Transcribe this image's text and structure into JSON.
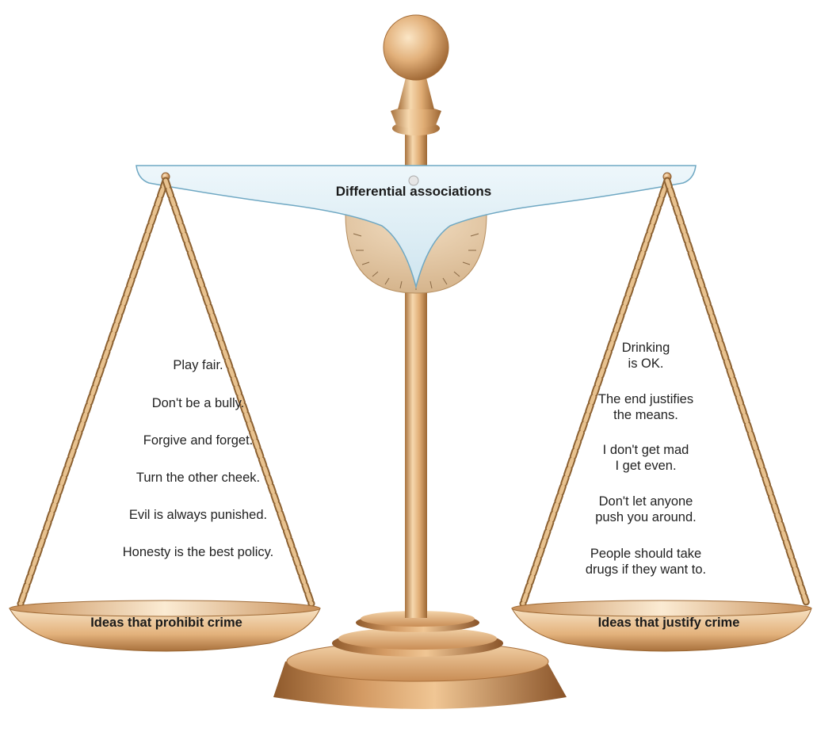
{
  "title": "Differential associations",
  "left_pan": {
    "label": "Ideas that prohibit crime",
    "ideas": [
      "Play fair.",
      "Don't be a bully.",
      "Forgive and forget.",
      "Turn the other cheek.",
      "Evil is always punished.",
      "Honesty is the best policy."
    ]
  },
  "right_pan": {
    "label": "Ideas that justify crime",
    "ideas": [
      "Drinking\nis OK.",
      "The end justifies\nthe means.",
      "I don't get mad\nI get even.",
      "Don't let anyone\npush you around.",
      "People should take\ndrugs if they want to."
    ]
  },
  "colors": {
    "brass": "#d6a36a",
    "beam": "#d9ebf3",
    "dial": "#e3cbab",
    "chain": "#c79a5c"
  }
}
